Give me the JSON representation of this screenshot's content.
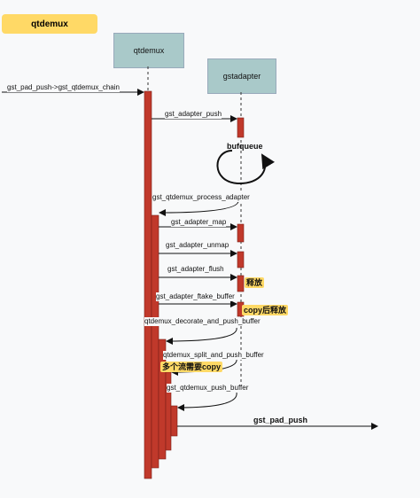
{
  "title": "qtdemux",
  "participants": {
    "qtdemux": "qtdemux",
    "gstadapter": "gstadapter"
  },
  "messages": {
    "entry": "gst_pad_push->gst_qtdemux_chain",
    "adapter_push": "gst_adapter_push",
    "bufqueue": "bufqueue",
    "process_adapter": "gst_qtdemux_process_adapter",
    "adapter_map": "gst_adapter_map",
    "adapter_unmap": "gst_adapter_unmap",
    "adapter_flush": "gst_adapter_flush",
    "adapter_ftake": "gst_adapter_ftake_buffer",
    "decorate_push": "qtdemux_decorate_and_push_buffer",
    "split_push": "qtdemux_split_and_push_buffer",
    "push_buffer": "gst_qtdemux_push_buffer",
    "pad_push": "gst_pad_push"
  },
  "notes": {
    "release": "释放",
    "copy_release": "copy后释放",
    "multi_stream_copy": "多个流需要copy"
  },
  "colors": {
    "title_bg": "#ffd966",
    "participant_bg": "#a9c9c9",
    "activation": "#c0392b",
    "highlight": "#ffd966"
  }
}
